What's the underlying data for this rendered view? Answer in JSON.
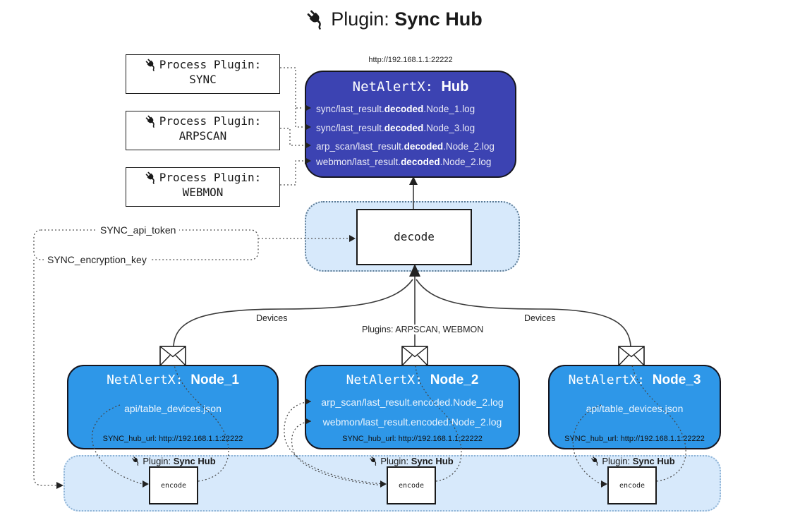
{
  "colors": {
    "hub_fill": "#3C43B2",
    "node_fill": "#2E97E8",
    "panel_fill": "#D7E9FB"
  },
  "title": {
    "label": "Plugin: ",
    "label_bold": "Sync Hub"
  },
  "process_plugins": [
    {
      "label": "Process Plugin:",
      "name": "SYNC"
    },
    {
      "label": "Process Plugin:",
      "name": "ARPSCAN"
    },
    {
      "label": "Process Plugin:",
      "name": "WEBMON"
    }
  ],
  "hub": {
    "url": "http://192.168.1.1:22222",
    "name_prefix": "NetAlertX: ",
    "name_bold": "Hub",
    "items": [
      {
        "pre": "sync/last_result.",
        "bold": "decoded",
        "post": ".Node_1.log"
      },
      {
        "pre": "sync/last_result.",
        "bold": "decoded",
        "post": ".Node_3.log"
      },
      {
        "pre": "arp_scan/last_result.",
        "bold": "decoded",
        "post": ".Node_2.log"
      },
      {
        "pre": "webmon/last_result.",
        "bold": "decoded",
        "post": ".Node_2.log"
      }
    ]
  },
  "decode": {
    "label": "decode"
  },
  "settings": {
    "api_token": "SYNC_api_token",
    "encryption_key": "SYNC_encryption_key"
  },
  "flows": {
    "devices_left": "Devices",
    "plugins_middle": "Plugins: ARPSCAN, WEBMON",
    "devices_right": "Devices"
  },
  "nodes": [
    {
      "name_prefix": "NetAlertX: ",
      "name_bold": "Node_1",
      "files": [
        "api/table_devices.json"
      ],
      "footer": "SYNC_hub_url: http://192.168.1.1:22222"
    },
    {
      "name_prefix": "NetAlertX: ",
      "name_bold": "Node_2",
      "files": [
        "arp_scan/last_result.encoded.Node_2.log",
        "webmon/last_result.encoded.Node_2.log"
      ],
      "footer": "SYNC_hub_url: http://192.168.1.1:22222"
    },
    {
      "name_prefix": "NetAlertX: ",
      "name_bold": "Node_3",
      "files": [
        "api/table_devices.json"
      ],
      "footer": "SYNC_hub_url: http://192.168.1.1:22222"
    }
  ],
  "encode_sections": [
    {
      "label": "Plugin: ",
      "label_bold": "Sync Hub",
      "action": "encode"
    },
    {
      "label": "Plugin: ",
      "label_bold": "Sync Hub",
      "action": "encode"
    },
    {
      "label": "Plugin: ",
      "label_bold": "Sync Hub",
      "action": "encode"
    }
  ]
}
